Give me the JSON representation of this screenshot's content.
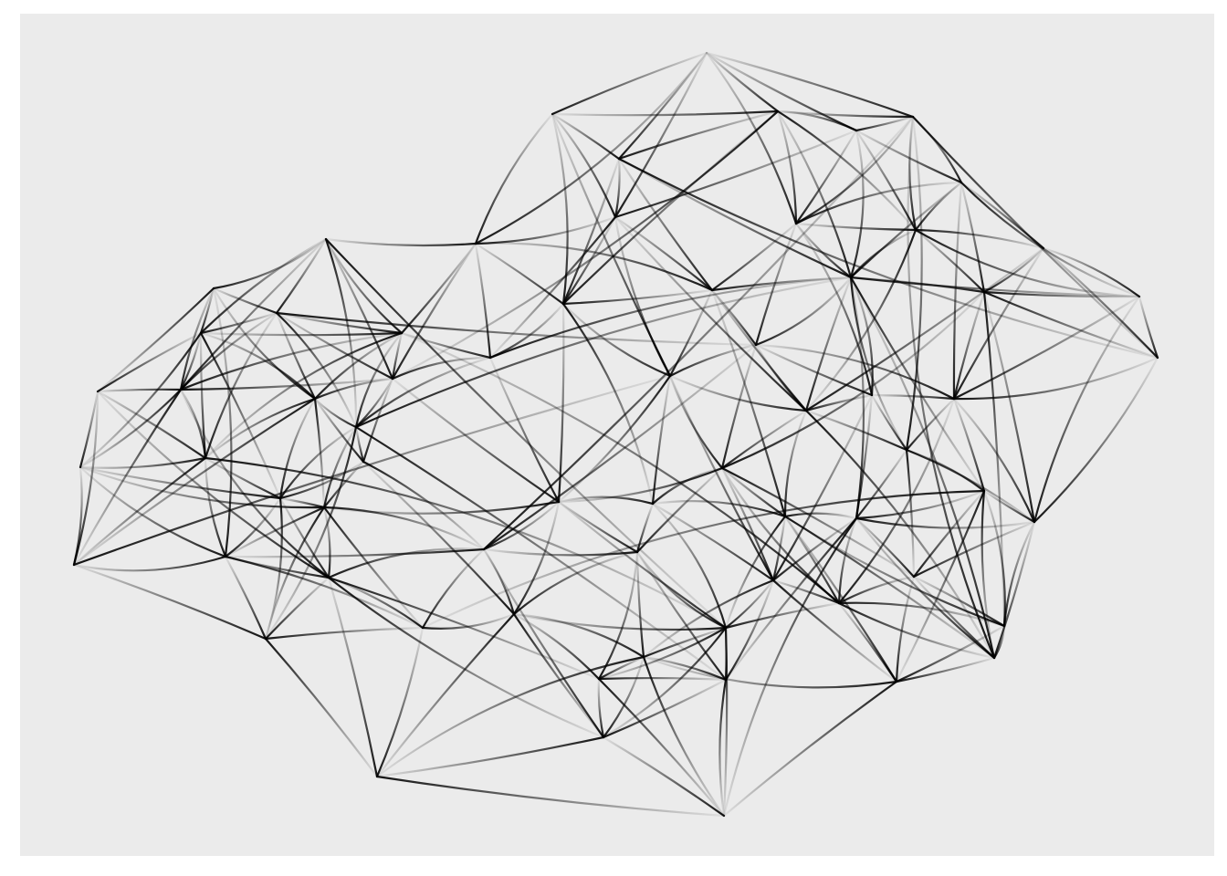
{
  "figure": {
    "background_color": "#ebebeb",
    "edge_color": "#000000",
    "edge_style": "curved arcs fading from transparent to opaque",
    "node_markers": "none",
    "axes": "hidden",
    "grid": false,
    "legend": "none"
  },
  "graph": {
    "nodes": [],
    "edges": []
  }
}
